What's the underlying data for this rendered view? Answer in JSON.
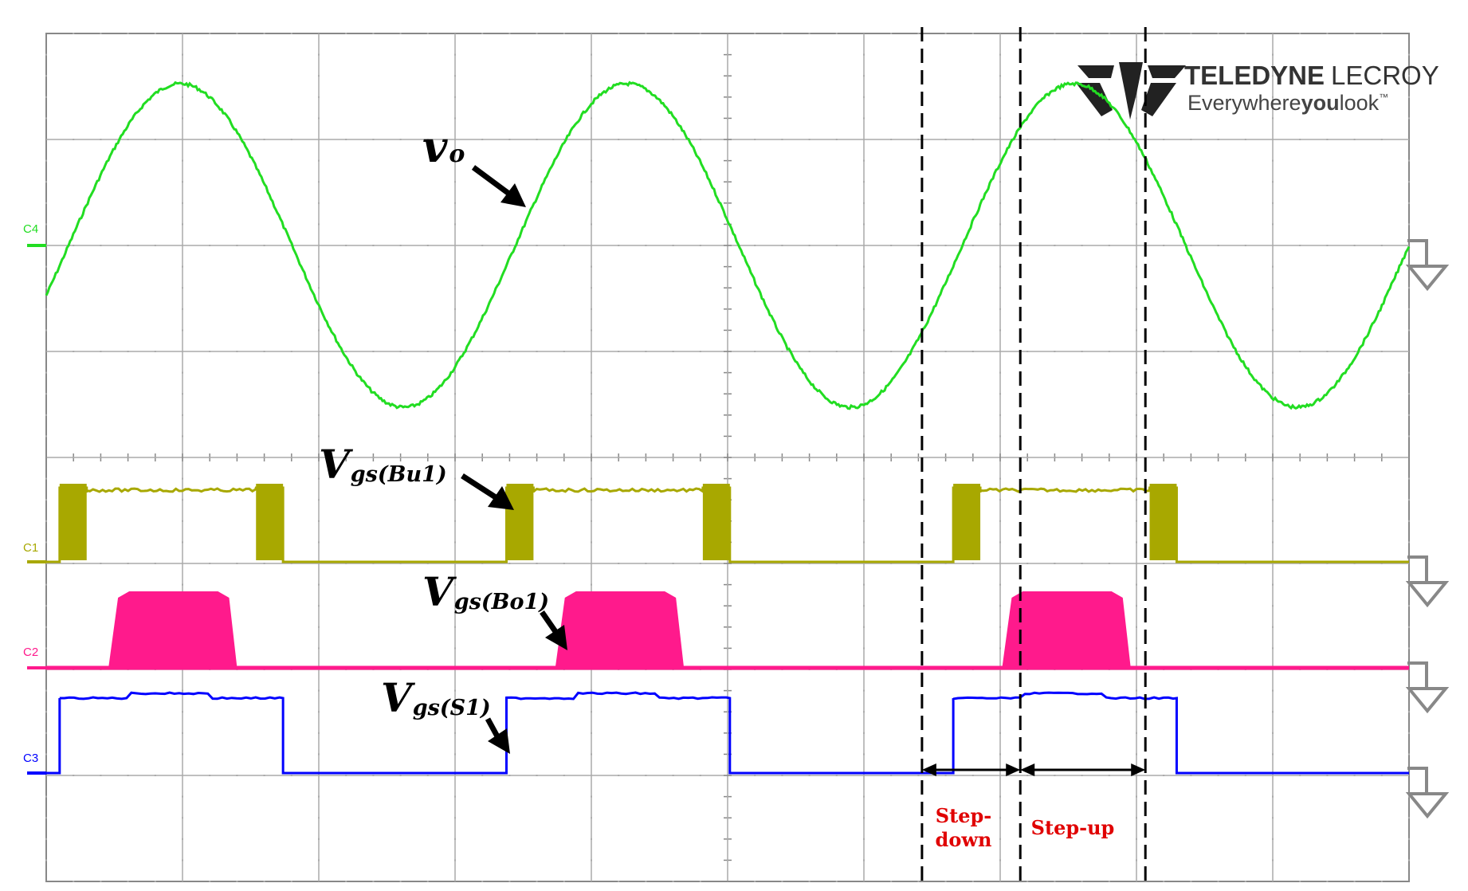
{
  "chart_data": {
    "type": "line",
    "title": "",
    "xlabel": "",
    "ylabel": "",
    "grid": true,
    "x": {
      "unit": "period",
      "range": [
        0.1,
        3.15
      ]
    },
    "series": [
      {
        "name": "C4",
        "annotation": "v",
        "annotation_sub": "o",
        "color": "#22dd22",
        "kind": "sine",
        "period": 1.0,
        "peak_x": [
          0.4,
          1.4,
          2.4
        ],
        "trough_x": [
          0.9,
          1.9,
          2.9
        ]
      },
      {
        "name": "C1",
        "annotation": "V",
        "annotation_sub": "gs(Bu1)",
        "color": "#a8a800",
        "kind": "gate",
        "on_intervals": [
          [
            0.13,
            0.63
          ],
          [
            1.13,
            1.63
          ],
          [
            2.13,
            2.63
          ]
        ],
        "pwm_edge_width": 0.11
      },
      {
        "name": "C2",
        "annotation": "V",
        "annotation_sub": "gs(Bo1)",
        "color": "#ff1a8c",
        "kind": "gate",
        "on_intervals": [
          [
            0.25,
            0.52
          ],
          [
            1.25,
            1.52
          ],
          [
            2.25,
            2.52
          ]
        ]
      },
      {
        "name": "C3",
        "annotation": "V",
        "annotation_sub": "gs(S1)",
        "color": "#0000ff",
        "kind": "square",
        "on_intervals": [
          [
            0.13,
            0.63
          ],
          [
            1.13,
            1.63
          ],
          [
            2.13,
            2.63
          ]
        ]
      }
    ],
    "dashed_markers_x": [
      2.06,
      2.28,
      2.56
    ],
    "intervals": [
      {
        "label_line1": "Step-",
        "label_line2": "down",
        "from": 2.06,
        "to": 2.28
      },
      {
        "label_line1": "Step-up",
        "label_line2": "",
        "from": 2.28,
        "to": 2.56
      }
    ]
  },
  "channels": {
    "c4": "C4",
    "c1": "C1",
    "c2": "C2",
    "c3": "C3"
  },
  "annotations": {
    "vo_main": "v",
    "vo_sub": "o",
    "bu1_main": "V",
    "bu1_sub": "gs(Bu1)",
    "bo1_main": "V",
    "bo1_sub": "gs(Bo1)",
    "s1_main": "V",
    "s1_sub": "gs(S1)"
  },
  "interval_labels": {
    "step_down_1": "Step-",
    "step_down_2": "down",
    "step_up": "Step-up"
  },
  "logo": {
    "brand": "TELEDYNE",
    "brand2": "LECROY",
    "tag_a": "Everywhere",
    "tag_b": "you",
    "tag_c": "look",
    "tm": "™"
  },
  "colors": {
    "c4": "#22dd22",
    "c1": "#a8a800",
    "c2": "#ff1a8c",
    "c3": "#0000ff",
    "grid": "#999999",
    "marker": "#000000",
    "interval_text": "#e00000"
  }
}
